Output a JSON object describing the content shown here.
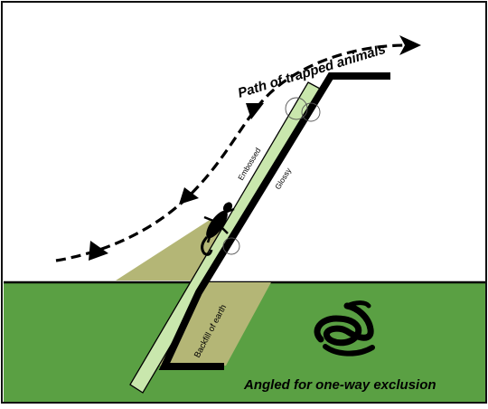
{
  "labels": {
    "path": "Path of trapped animals",
    "embossed": "Embossed",
    "glossy": "Glossy",
    "backfill": "Backfill of earth",
    "caption": "Angled for one-way exclusion"
  },
  "colors": {
    "ground": "#5aa043",
    "backfill": "#b4b676",
    "panel": "#c9e7ad",
    "ink": "#000000",
    "sky": "#ffffff"
  },
  "icons": {
    "lizard": "lizard-icon",
    "snake": "snake-icon",
    "arrows": "chevron-right-icon"
  }
}
